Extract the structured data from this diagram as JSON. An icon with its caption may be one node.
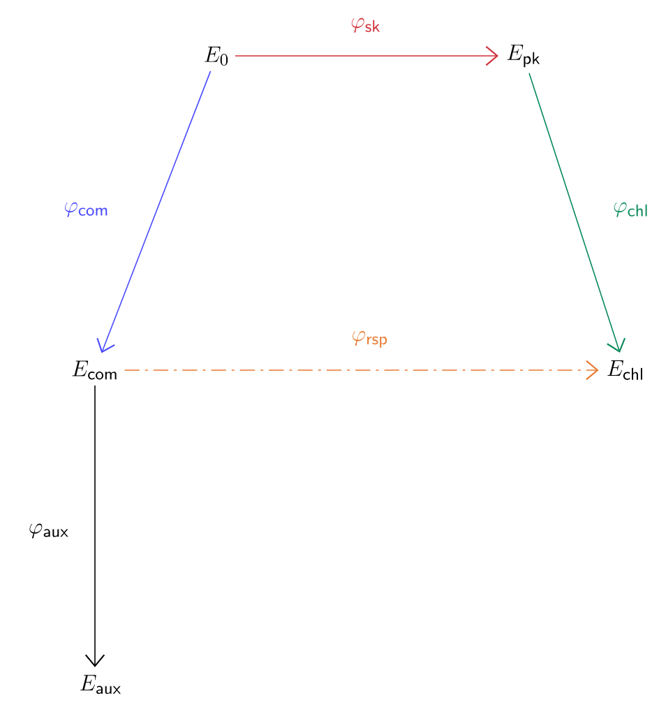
{
  "diagram": {
    "nodes": [
      {
        "text": [
          "E_{0}"
        ]
      },
      {
        "text": [
          "E_{\\mathsf{pk}}"
        ]
      },
      {
        "text": [
          "E_{\\mathsf{com}}"
        ]
      },
      {
        "text": [
          "E_{\\mathsf{chl}}"
        ]
      },
      {
        "text": [
          "E_{\\mathsf{aux}}"
        ]
      }
    ],
    "edges": [
      {
        "from": 0,
        "to": 1,
        "arrow": "to",
        "label": "\\varphi_{\\mathsf{sk}}",
        "color": "#d0303a"
      },
      {
        "from": 0,
        "to": 2,
        "arrow": "to",
        "label": "\\varphi_{\\mathsf{com}}",
        "color": "#4a4aff"
      },
      {
        "from": 1,
        "to": 3,
        "arrow": "to",
        "label": "\\varphi_{\\mathsf{chl}}",
        "color": "#0a8a5a"
      },
      {
        "from": 2,
        "to": 3,
        "arrow": "to",
        "label": "\\varphi_{\\mathsf{rsp}}",
        "style": "dashed",
        "color": "#e87a30"
      },
      {
        "from": 2,
        "to": 4,
        "arrow": "to",
        "label": "\\varphi_{\\mathsf{aux}}",
        "color": "#000000"
      }
    ]
  }
}
